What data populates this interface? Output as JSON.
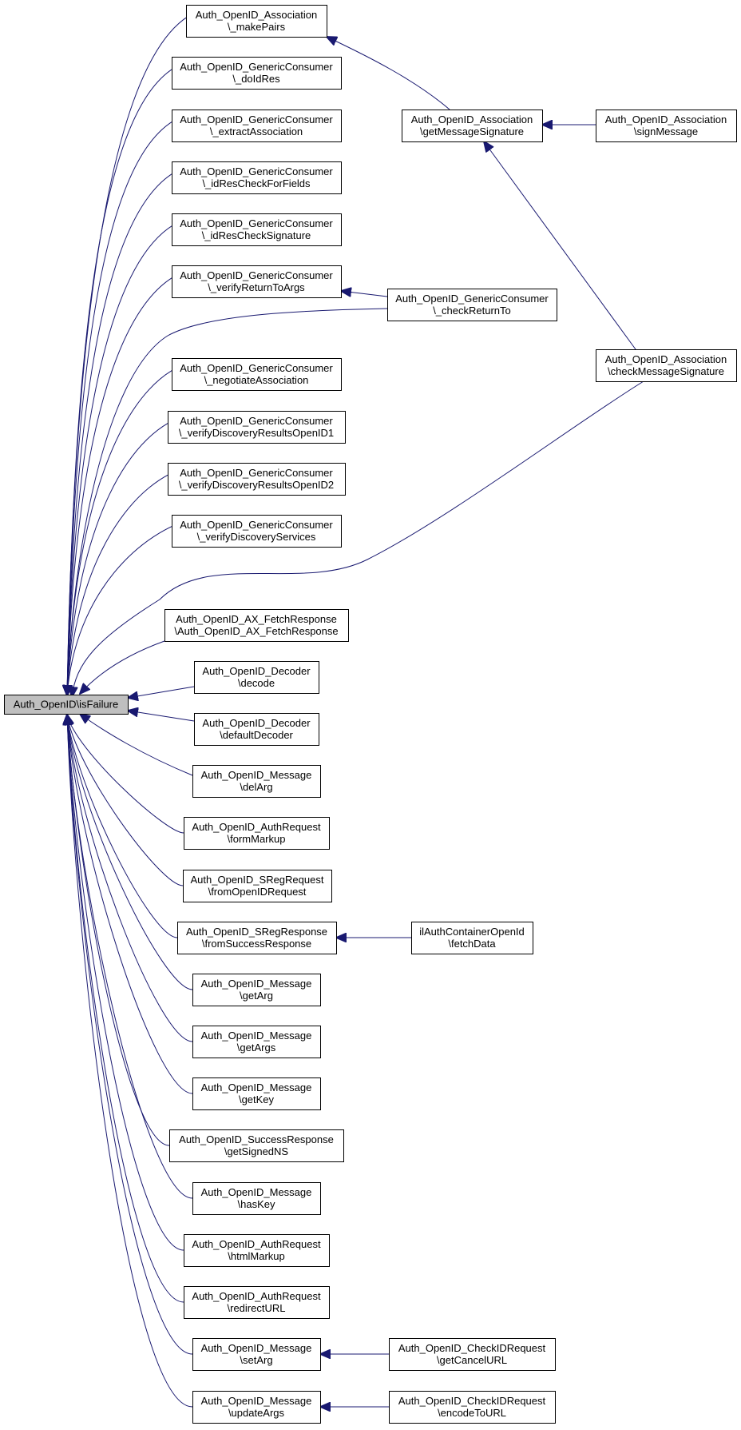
{
  "graph": {
    "edge_color": "#191970",
    "root_fill": "#bfbfbf",
    "nodes": [
      {
        "id": "root",
        "lines": [
          "Auth_OpenID\\isFailure"
        ],
        "root": true
      },
      {
        "id": "a_makePairs",
        "lines": [
          "Auth_OpenID_Association",
          "\\_makePairs"
        ]
      },
      {
        "id": "gc_doIdRes",
        "lines": [
          "Auth_OpenID_GenericConsumer",
          "\\_doIdRes"
        ]
      },
      {
        "id": "gc_extractAssociation",
        "lines": [
          "Auth_OpenID_GenericConsumer",
          "\\_extractAssociation"
        ]
      },
      {
        "id": "gc_idResCheckForFields",
        "lines": [
          "Auth_OpenID_GenericConsumer",
          "\\_idResCheckForFields"
        ]
      },
      {
        "id": "gc_idResCheckSignature",
        "lines": [
          "Auth_OpenID_GenericConsumer",
          "\\_idResCheckSignature"
        ]
      },
      {
        "id": "gc_verifyReturnToArgs",
        "lines": [
          "Auth_OpenID_GenericConsumer",
          "\\_verifyReturnToArgs"
        ]
      },
      {
        "id": "gc_negotiateAssociation",
        "lines": [
          "Auth_OpenID_GenericConsumer",
          "\\_negotiateAssociation"
        ]
      },
      {
        "id": "gc_vdrOpenID1",
        "lines": [
          "Auth_OpenID_GenericConsumer",
          "\\_verifyDiscoveryResultsOpenID1"
        ]
      },
      {
        "id": "gc_vdrOpenID2",
        "lines": [
          "Auth_OpenID_GenericConsumer",
          "\\_verifyDiscoveryResultsOpenID2"
        ]
      },
      {
        "id": "gc_verifyDiscoveryServices",
        "lines": [
          "Auth_OpenID_GenericConsumer",
          "\\_verifyDiscoveryServices"
        ]
      },
      {
        "id": "ax_fetchResponse",
        "lines": [
          "Auth_OpenID_AX_FetchResponse",
          "\\Auth_OpenID_AX_FetchResponse"
        ]
      },
      {
        "id": "dec_decode",
        "lines": [
          "Auth_OpenID_Decoder",
          "\\decode"
        ]
      },
      {
        "id": "dec_defaultDecoder",
        "lines": [
          "Auth_OpenID_Decoder",
          "\\defaultDecoder"
        ]
      },
      {
        "id": "msg_delArg",
        "lines": [
          "Auth_OpenID_Message",
          "\\delArg"
        ]
      },
      {
        "id": "ar_formMarkup",
        "lines": [
          "Auth_OpenID_AuthRequest",
          "\\formMarkup"
        ]
      },
      {
        "id": "sreg_fromOpenIDRequest",
        "lines": [
          "Auth_OpenID_SRegRequest",
          "\\fromOpenIDRequest"
        ]
      },
      {
        "id": "sresp_fromSuccessResponse",
        "lines": [
          "Auth_OpenID_SRegResponse",
          "\\fromSuccessResponse"
        ]
      },
      {
        "id": "msg_getArg",
        "lines": [
          "Auth_OpenID_Message",
          "\\getArg"
        ]
      },
      {
        "id": "msg_getArgs",
        "lines": [
          "Auth_OpenID_Message",
          "\\getArgs"
        ]
      },
      {
        "id": "msg_getKey",
        "lines": [
          "Auth_OpenID_Message",
          "\\getKey"
        ]
      },
      {
        "id": "sr_getSignedNS",
        "lines": [
          "Auth_OpenID_SuccessResponse",
          "\\getSignedNS"
        ]
      },
      {
        "id": "msg_hasKey",
        "lines": [
          "Auth_OpenID_Message",
          "\\hasKey"
        ]
      },
      {
        "id": "ar_htmlMarkup",
        "lines": [
          "Auth_OpenID_AuthRequest",
          "\\htmlMarkup"
        ]
      },
      {
        "id": "ar_redirectURL",
        "lines": [
          "Auth_OpenID_AuthRequest",
          "\\redirectURL"
        ]
      },
      {
        "id": "msg_setArg",
        "lines": [
          "Auth_OpenID_Message",
          "\\setArg"
        ]
      },
      {
        "id": "msg_updateArgs",
        "lines": [
          "Auth_OpenID_Message",
          "\\updateArgs"
        ]
      },
      {
        "id": "a_getMessageSignature",
        "lines": [
          "Auth_OpenID_Association",
          "\\getMessageSignature"
        ]
      },
      {
        "id": "gc_checkReturnTo",
        "lines": [
          "Auth_OpenID_GenericConsumer",
          "\\_checkReturnTo"
        ]
      },
      {
        "id": "a_signMessage",
        "lines": [
          "Auth_OpenID_Association",
          "\\signMessage"
        ]
      },
      {
        "id": "a_checkMessageSignature",
        "lines": [
          "Auth_OpenID_Association",
          "\\checkMessageSignature"
        ]
      },
      {
        "id": "il_fetchData",
        "lines": [
          "ilAuthContainerOpenId",
          "\\fetchData"
        ]
      },
      {
        "id": "cid_getCancelURL",
        "lines": [
          "Auth_OpenID_CheckIDRequest",
          "\\getCancelURL"
        ]
      },
      {
        "id": "cid_encodeToURL",
        "lines": [
          "Auth_OpenID_CheckIDRequest",
          "\\encodeToURL"
        ]
      }
    ],
    "edges": [
      {
        "from": "a_makePairs",
        "to": "root"
      },
      {
        "from": "gc_doIdRes",
        "to": "root"
      },
      {
        "from": "gc_extractAssociation",
        "to": "root"
      },
      {
        "from": "gc_idResCheckForFields",
        "to": "root"
      },
      {
        "from": "gc_idResCheckSignature",
        "to": "root"
      },
      {
        "from": "gc_verifyReturnToArgs",
        "to": "root"
      },
      {
        "from": "gc_checkReturnTo",
        "to": "root"
      },
      {
        "from": "gc_negotiateAssociation",
        "to": "root"
      },
      {
        "from": "gc_vdrOpenID1",
        "to": "root"
      },
      {
        "from": "gc_vdrOpenID2",
        "to": "root"
      },
      {
        "from": "gc_verifyDiscoveryServices",
        "to": "root"
      },
      {
        "from": "a_checkMessageSignature",
        "to": "root"
      },
      {
        "from": "ax_fetchResponse",
        "to": "root"
      },
      {
        "from": "dec_decode",
        "to": "root"
      },
      {
        "from": "dec_defaultDecoder",
        "to": "root"
      },
      {
        "from": "msg_delArg",
        "to": "root"
      },
      {
        "from": "ar_formMarkup",
        "to": "root"
      },
      {
        "from": "sreg_fromOpenIDRequest",
        "to": "root"
      },
      {
        "from": "sresp_fromSuccessResponse",
        "to": "root"
      },
      {
        "from": "msg_getArg",
        "to": "root"
      },
      {
        "from": "msg_getArgs",
        "to": "root"
      },
      {
        "from": "msg_getKey",
        "to": "root"
      },
      {
        "from": "sr_getSignedNS",
        "to": "root"
      },
      {
        "from": "msg_hasKey",
        "to": "root"
      },
      {
        "from": "ar_htmlMarkup",
        "to": "root"
      },
      {
        "from": "ar_redirectURL",
        "to": "root"
      },
      {
        "from": "msg_setArg",
        "to": "root"
      },
      {
        "from": "msg_updateArgs",
        "to": "root"
      },
      {
        "from": "a_getMessageSignature",
        "to": "a_makePairs"
      },
      {
        "from": "gc_checkReturnTo",
        "to": "gc_verifyReturnToArgs"
      },
      {
        "from": "a_signMessage",
        "to": "a_getMessageSignature"
      },
      {
        "from": "a_checkMessageSignature",
        "to": "a_getMessageSignature"
      },
      {
        "from": "il_fetchData",
        "to": "sresp_fromSuccessResponse"
      },
      {
        "from": "cid_getCancelURL",
        "to": "msg_setArg"
      },
      {
        "from": "cid_encodeToURL",
        "to": "msg_updateArgs"
      }
    ]
  }
}
